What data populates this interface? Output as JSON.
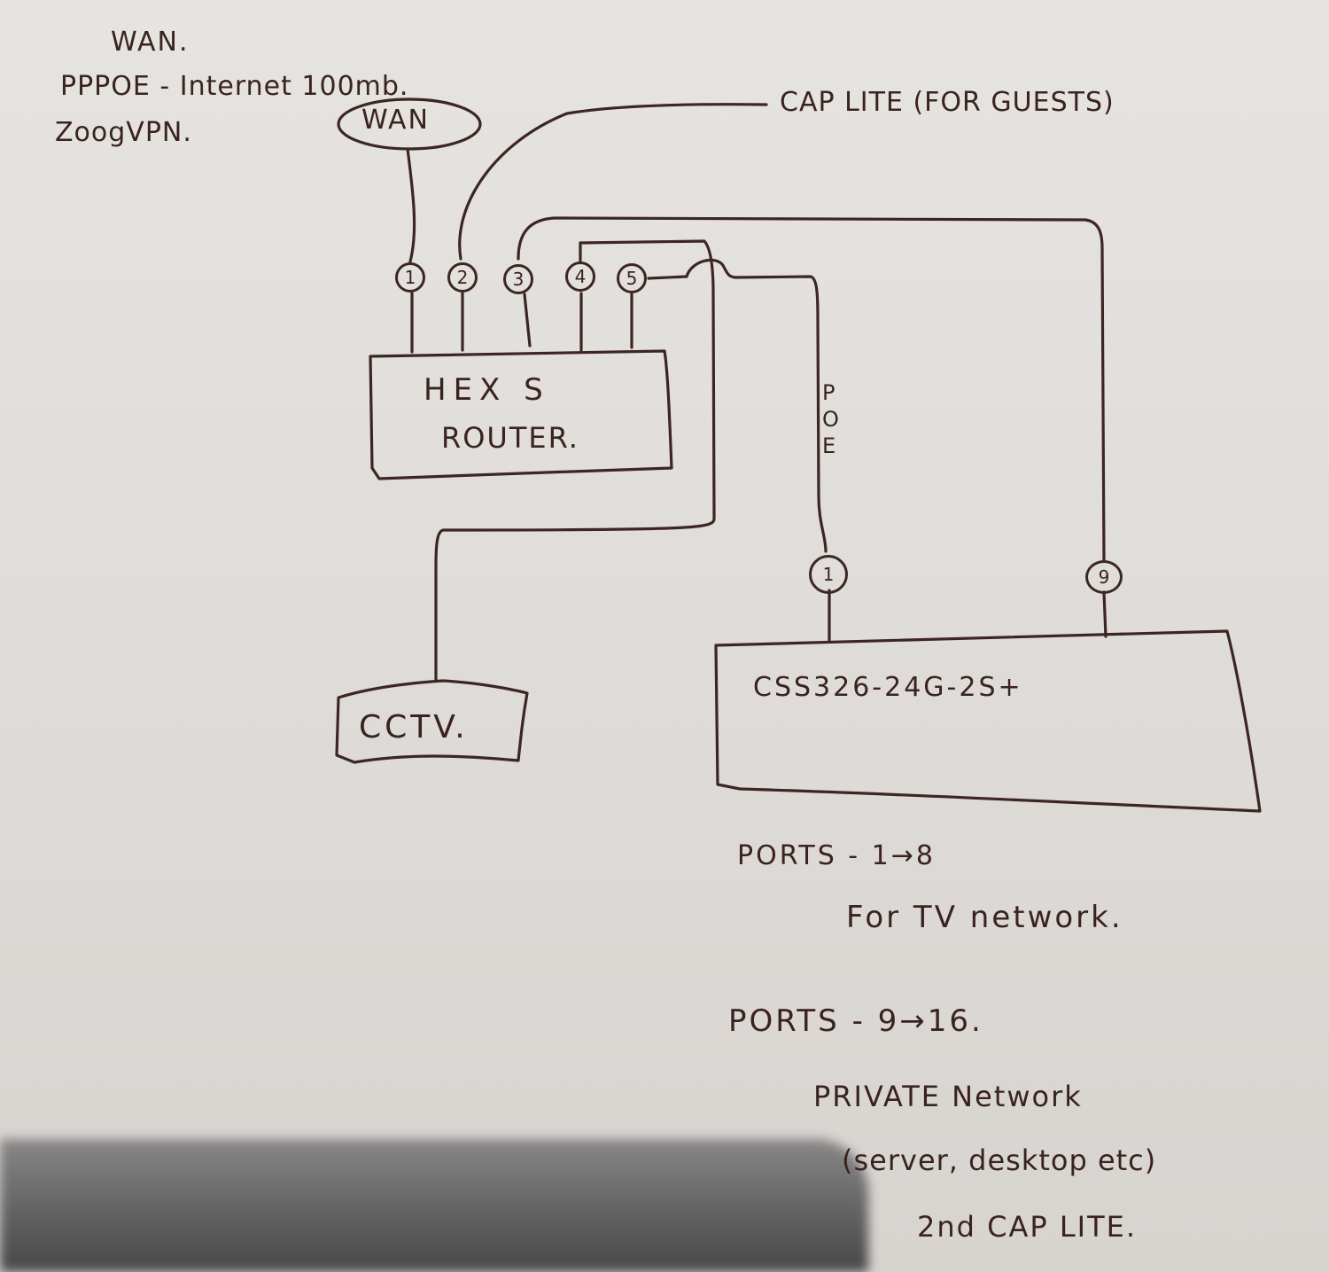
{
  "notes": {
    "wan_heading": "WAN.",
    "pppoe_line": "PPPOE - Internet 100mb.",
    "vpn_line": "ZoogVPN."
  },
  "wan_bubble": "WAN",
  "cap_lite_label": "CAP LITE (FOR GUESTS)",
  "router": {
    "line1": "HEX S",
    "line2": "ROUTER.",
    "ports": [
      "1",
      "2",
      "3",
      "4",
      "5"
    ]
  },
  "poe_label": "POE",
  "cctv_label": "CCTV.",
  "switch": {
    "label": "CSS326-24G-2S+",
    "ports": [
      "1",
      "9"
    ]
  },
  "port_notes": {
    "tv_range": "PORTS - 1→8",
    "tv_desc": "For TV network.",
    "private_range": "PORTS - 9→16.",
    "private_desc": "PRIVATE Network",
    "private_devices": "(server, desktop etc)",
    "second_cap": "2nd CAP LITE."
  }
}
